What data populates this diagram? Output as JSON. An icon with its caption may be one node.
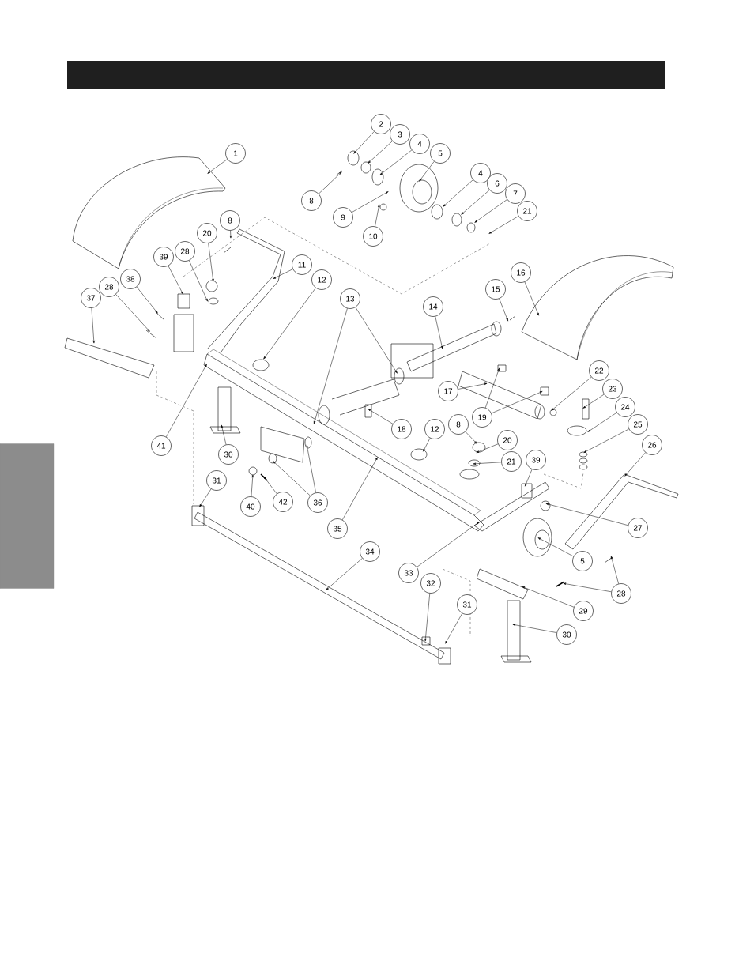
{
  "diagram": {
    "nodes": [
      {
        "text": [
          "1"
        ]
      },
      {
        "text": [
          "2"
        ]
      },
      {
        "text": [
          "3"
        ]
      },
      {
        "text": [
          "4"
        ]
      },
      {
        "text": [
          "5"
        ]
      },
      {
        "text": [
          "8"
        ]
      },
      {
        "text": [
          "9"
        ]
      },
      {
        "text": [
          "10"
        ]
      },
      {
        "text": [
          "4"
        ]
      },
      {
        "text": [
          "6"
        ]
      },
      {
        "text": [
          "7"
        ]
      },
      {
        "text": [
          "21"
        ]
      },
      {
        "text": [
          "8"
        ]
      },
      {
        "text": [
          "20"
        ]
      },
      {
        "text": [
          "28"
        ]
      },
      {
        "text": [
          "39"
        ]
      },
      {
        "text": [
          "11"
        ]
      },
      {
        "text": [
          "16"
        ]
      },
      {
        "text": [
          "12"
        ]
      },
      {
        "text": [
          "38"
        ]
      },
      {
        "text": [
          "28"
        ]
      },
      {
        "text": [
          "15"
        ]
      },
      {
        "text": [
          "37"
        ]
      },
      {
        "text": [
          "13"
        ]
      },
      {
        "text": [
          "14"
        ]
      },
      {
        "text": [
          "22"
        ]
      },
      {
        "text": [
          "17"
        ]
      },
      {
        "text": [
          "23"
        ]
      },
      {
        "text": [
          "24"
        ]
      },
      {
        "text": [
          "19"
        ]
      },
      {
        "text": [
          "25"
        ]
      },
      {
        "text": [
          "8"
        ]
      },
      {
        "text": [
          "18"
        ]
      },
      {
        "text": [
          "12"
        ]
      },
      {
        "text": [
          "20"
        ]
      },
      {
        "text": [
          "41"
        ]
      },
      {
        "text": [
          "26"
        ]
      },
      {
        "text": [
          "30"
        ]
      },
      {
        "text": [
          "39"
        ]
      },
      {
        "text": [
          "21"
        ]
      },
      {
        "text": [
          "31"
        ]
      },
      {
        "text": [
          "36"
        ]
      },
      {
        "text": [
          "42"
        ]
      },
      {
        "text": [
          "40"
        ]
      },
      {
        "text": [
          "27"
        ]
      },
      {
        "text": [
          "35"
        ]
      },
      {
        "text": [
          "34"
        ]
      },
      {
        "text": [
          "5"
        ]
      },
      {
        "text": [
          "33"
        ]
      },
      {
        "text": [
          "32"
        ]
      },
      {
        "text": [
          "28"
        ]
      },
      {
        "text": [
          "31"
        ]
      },
      {
        "text": [
          "29"
        ]
      },
      {
        "text": [
          "30"
        ]
      },
      {
        "text": [],
        "shape": "box"
      }
    ],
    "edges": [
      {
        "from": 0,
        "to": null,
        "arrow": "to"
      },
      {
        "from": 1,
        "to": null,
        "arrow": "to"
      },
      {
        "from": 2,
        "to": null,
        "arrow": "to"
      },
      {
        "from": 3,
        "to": null,
        "arrow": "to"
      },
      {
        "from": 4,
        "to": null,
        "arrow": "to"
      },
      {
        "from": 5,
        "to": null,
        "arrow": "to"
      },
      {
        "from": 6,
        "to": null,
        "arrow": "to"
      },
      {
        "from": 7,
        "to": null,
        "arrow": "to"
      },
      {
        "from": 8,
        "to": null,
        "arrow": "to"
      },
      {
        "from": 9,
        "to": null,
        "arrow": "to"
      },
      {
        "from": 10,
        "to": null,
        "arrow": "to"
      },
      {
        "from": 11,
        "to": null,
        "arrow": "to"
      },
      {
        "from": 12,
        "to": null,
        "arrow": "to"
      },
      {
        "from": 13,
        "to": null,
        "arrow": "to"
      },
      {
        "from": 14,
        "to": null,
        "arrow": "to"
      },
      {
        "from": 15,
        "to": null,
        "arrow": "to"
      },
      {
        "from": 16,
        "to": null,
        "arrow": "to"
      },
      {
        "from": 17,
        "to": null,
        "arrow": "to"
      },
      {
        "from": 18,
        "to": null,
        "arrow": "to"
      },
      {
        "from": 19,
        "to": null,
        "arrow": "to"
      },
      {
        "from": 20,
        "to": null,
        "arrow": "to"
      },
      {
        "from": 21,
        "to": null,
        "arrow": "to"
      },
      {
        "from": 22,
        "to": null,
        "arrow": "to"
      },
      {
        "from": 23,
        "to": null,
        "arrow": "to"
      },
      {
        "from": 23,
        "to": null,
        "arrow": "to"
      },
      {
        "from": 24,
        "to": null,
        "arrow": "to"
      },
      {
        "from": 25,
        "to": null,
        "arrow": "to"
      },
      {
        "from": 26,
        "to": null,
        "arrow": "to"
      },
      {
        "from": 27,
        "to": null,
        "arrow": "to"
      },
      {
        "from": 28,
        "to": null,
        "arrow": "to"
      },
      {
        "from": 29,
        "to": null,
        "arrow": "to"
      },
      {
        "from": 29,
        "to": null,
        "arrow": "to"
      },
      {
        "from": 30,
        "to": null,
        "arrow": "to"
      },
      {
        "from": 31,
        "to": null,
        "arrow": "to"
      },
      {
        "from": 32,
        "to": null,
        "arrow": "to"
      },
      {
        "from": 33,
        "to": null,
        "arrow": "to"
      },
      {
        "from": 34,
        "to": null,
        "arrow": "to"
      },
      {
        "from": 35,
        "to": null,
        "arrow": "to"
      },
      {
        "from": 36,
        "to": null,
        "arrow": "to"
      },
      {
        "from": 37,
        "to": null,
        "arrow": "to"
      },
      {
        "from": 38,
        "to": null,
        "arrow": "to"
      },
      {
        "from": 39,
        "to": null,
        "arrow": "to"
      },
      {
        "from": 40,
        "to": null,
        "arrow": "to"
      },
      {
        "from": 41,
        "to": null,
        "arrow": "to"
      },
      {
        "from": 41,
        "to": null,
        "arrow": "to"
      },
      {
        "from": 42,
        "to": null,
        "arrow": "to"
      },
      {
        "from": 43,
        "to": null,
        "arrow": "to"
      },
      {
        "from": 44,
        "to": null,
        "arrow": "to"
      },
      {
        "from": 45,
        "to": null,
        "arrow": "to"
      },
      {
        "from": 46,
        "to": null,
        "arrow": "to"
      },
      {
        "from": 47,
        "to": null,
        "arrow": "to"
      },
      {
        "from": 48,
        "to": null,
        "arrow": "to"
      },
      {
        "from": 49,
        "to": null,
        "arrow": "to"
      },
      {
        "from": 50,
        "to": null,
        "arrow": "to"
      },
      {
        "from": 50,
        "to": null,
        "arrow": "to"
      },
      {
        "from": 51,
        "to": null,
        "arrow": "to"
      },
      {
        "from": 52,
        "to": null,
        "arrow": "to"
      },
      {
        "from": 53,
        "to": null,
        "arrow": "to"
      }
    ]
  }
}
